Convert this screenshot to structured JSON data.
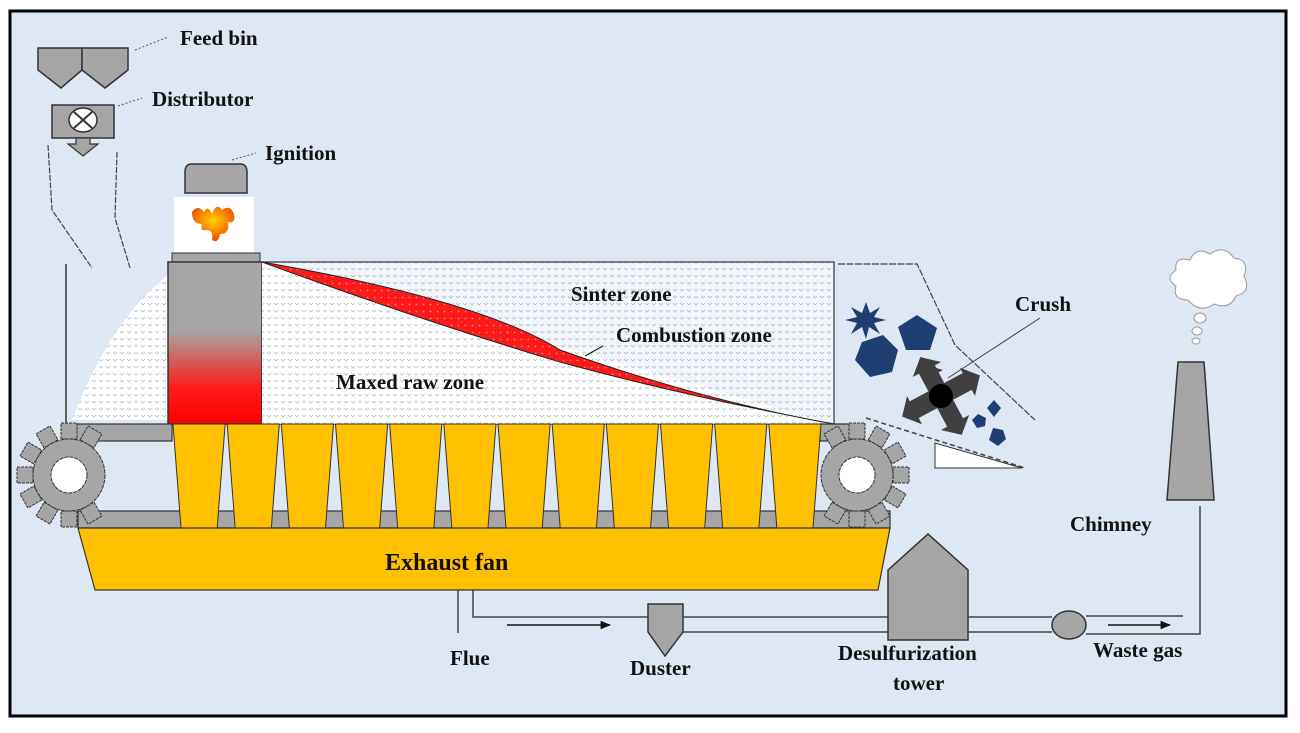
{
  "diagram": {
    "title": "Sintering process flow",
    "background_color": "#dde8f4",
    "accent_colors": {
      "equipment_gray": "#a6a6a6",
      "pallet_yellow": "#ffc000",
      "combustion_red": "#ff0000",
      "particle_blue": "#1f3f73",
      "crusher_dark": "#404040"
    },
    "labels": {
      "feed_bin": "Feed bin",
      "distributor": "Distributor",
      "ignition": "Ignition",
      "sinter_zone": "Sinter zone",
      "combustion_zone": "Combustion zone",
      "mixed_raw_zone": "Maxed raw zone",
      "crush": "Crush",
      "chimney": "Chimney",
      "exhaust_fan": "Exhaust fan",
      "flue": "Flue",
      "duster": "Duster",
      "desulfurization_tower_line1": "Desulfurization",
      "desulfurization_tower_line2": "tower",
      "waste_gas": "Waste gas"
    },
    "components": [
      {
        "id": "feed-bin",
        "icon": "hopper-icon"
      },
      {
        "id": "distributor",
        "icon": "valve-icon"
      },
      {
        "id": "ignition",
        "icon": "flame-icon"
      },
      {
        "id": "sinter-bed",
        "zones": [
          "Sinter zone",
          "Combustion zone",
          "Maxed raw zone"
        ]
      },
      {
        "id": "crusher",
        "icon": "crusher-icon"
      },
      {
        "id": "exhaust-fan",
        "pallet_count": 12
      },
      {
        "id": "duster"
      },
      {
        "id": "desulfurization-tower"
      },
      {
        "id": "blower",
        "icon": "circle-icon"
      },
      {
        "id": "chimney",
        "icon": "smoke-cloud-icon"
      }
    ],
    "flow_sequence": [
      "Flue",
      "Duster",
      "Desulfurization tower",
      "Waste gas",
      "Chimney"
    ]
  }
}
